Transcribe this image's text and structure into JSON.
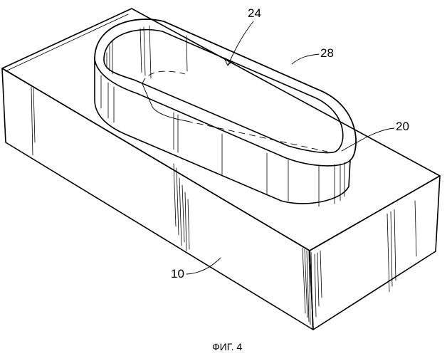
{
  "figure": {
    "caption": "ФИГ. 4",
    "labels": {
      "block": "10",
      "wall": "20",
      "cavity": "24",
      "rim": "28"
    }
  }
}
